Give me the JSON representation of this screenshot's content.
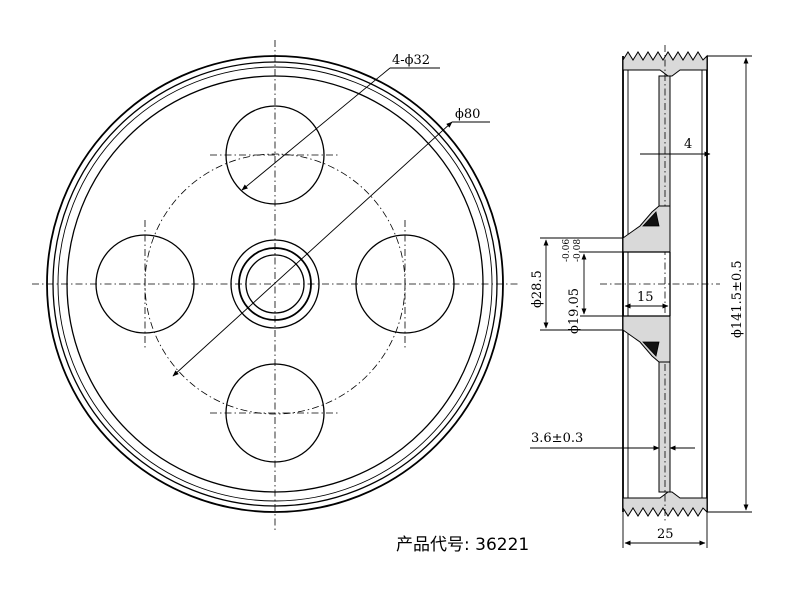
{
  "dimensions": {
    "holes": "4-ϕ32",
    "pitch_circle": "ϕ80",
    "flange_thickness": "4",
    "hub_diameter": "ϕ28.5",
    "bore_diameter": "ϕ19.05",
    "bore_tol_upper": "-0.06",
    "bore_tol_lower": "-0.08",
    "hub_length": "15",
    "outer_diameter": "ϕ141.5±0.5",
    "web_thickness": "3.6±0.3",
    "total_width": "25"
  },
  "caption": "产品代号: 36221",
  "colors": {
    "line": "#000000",
    "section_fill": "#d9d9d9",
    "background": "#ffffff"
  }
}
